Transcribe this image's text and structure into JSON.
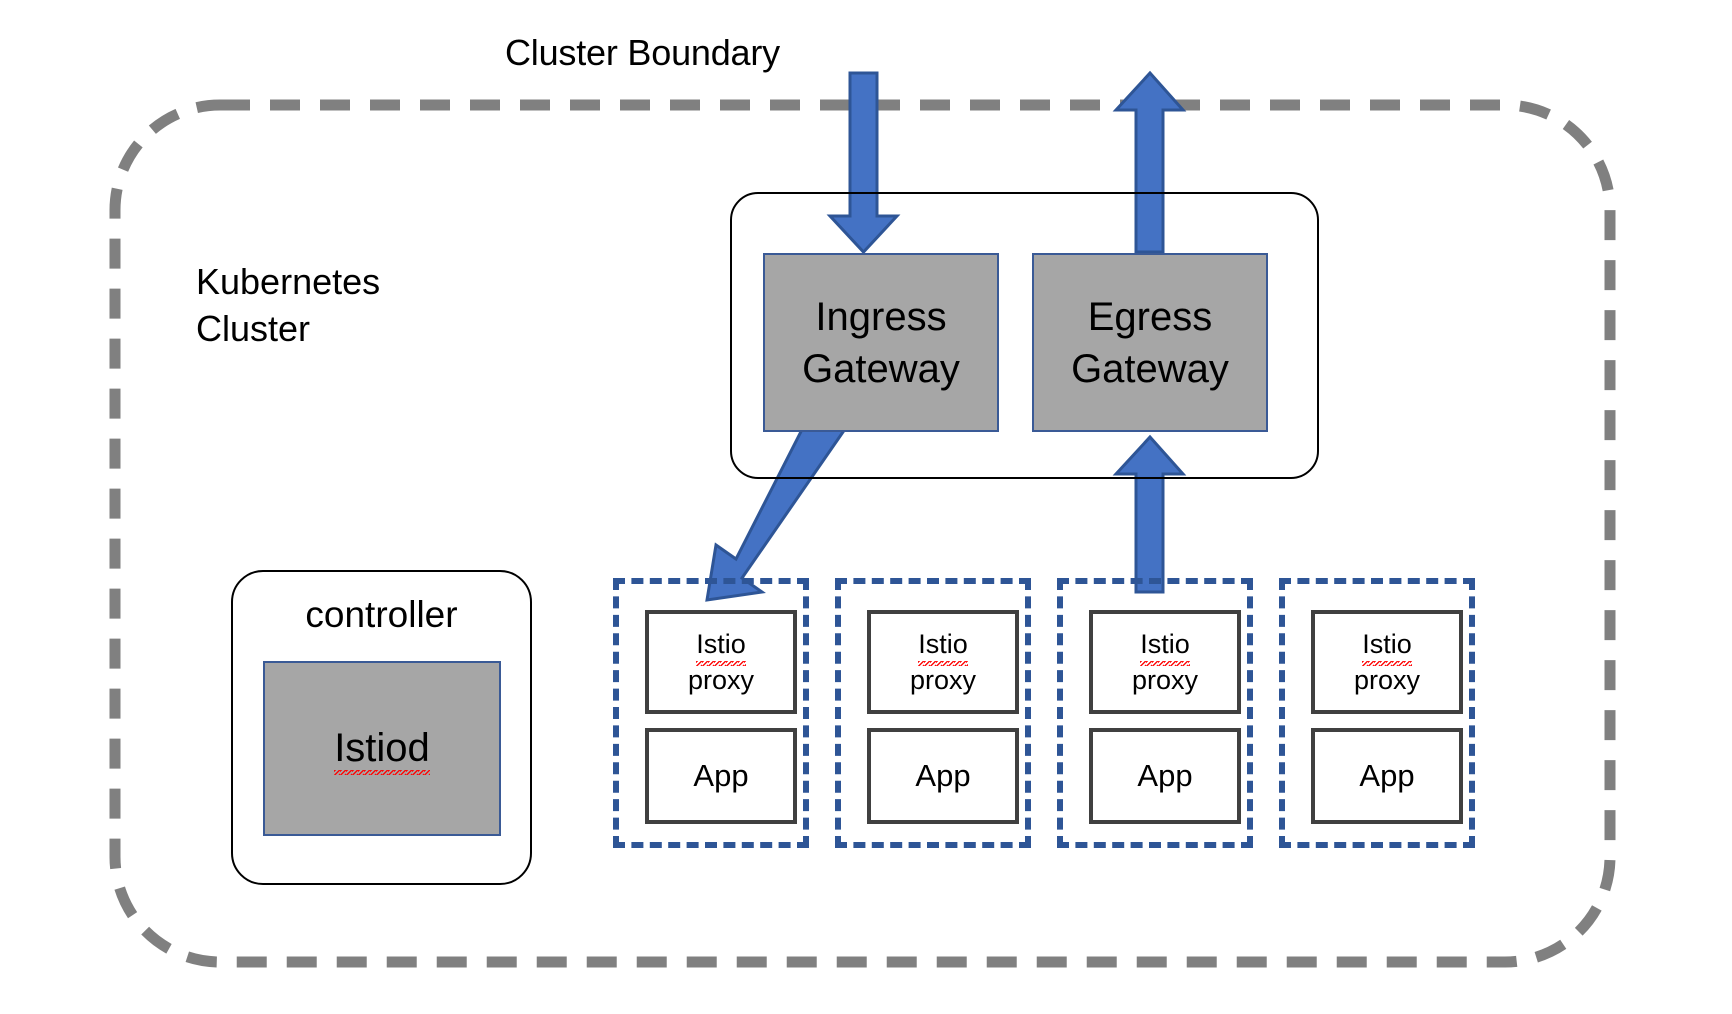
{
  "diagram": {
    "title": "Cluster Boundary",
    "cluster_label": "Kubernetes\nCluster",
    "colors": {
      "cluster_boundary": "#808080",
      "arrow_fill": "#4472C4",
      "arrow_stroke": "#2E5596",
      "gateway_fill": "#A6A6A6",
      "gateway_stroke": "#3A5A96",
      "pod_border": "#2E5596",
      "inner_box_border": "#404040",
      "spellcheck_underline": "#FF0000",
      "text": "#000000"
    }
  },
  "gateways": {
    "ingress": {
      "label": "Ingress\nGateway"
    },
    "egress": {
      "label": "Egress\nGateway"
    }
  },
  "controller": {
    "label": "controller",
    "istiod": {
      "label": "Istiod",
      "misspelled": true
    }
  },
  "pods": [
    {
      "id": "pod-1",
      "proxy": {
        "line1": "Istio",
        "line2": "proxy",
        "misspelled": true
      },
      "app": {
        "label": "App"
      }
    },
    {
      "id": "pod-2",
      "proxy": {
        "line1": "Istio",
        "line2": "proxy",
        "misspelled": true
      },
      "app": {
        "label": "App"
      }
    },
    {
      "id": "pod-3",
      "proxy": {
        "line1": "Istio",
        "line2": "proxy",
        "misspelled": true
      },
      "app": {
        "label": "App"
      }
    },
    {
      "id": "pod-4",
      "proxy": {
        "line1": "Istio",
        "line2": "proxy",
        "misspelled": true
      },
      "app": {
        "label": "App"
      }
    }
  ],
  "arrows": [
    {
      "name": "inbound-to-ingress-gateway",
      "direction": "down"
    },
    {
      "name": "egress-gateway-to-outside",
      "direction": "up"
    },
    {
      "name": "ingress-gateway-to-pod-1",
      "direction": "diagonal-down-left"
    },
    {
      "name": "pod-3-to-egress-gateway",
      "direction": "up"
    }
  ]
}
